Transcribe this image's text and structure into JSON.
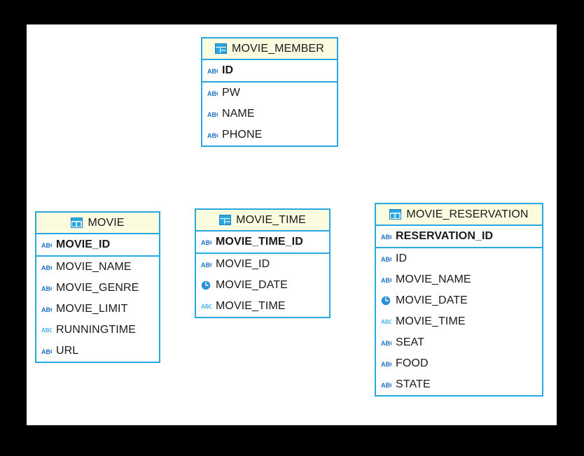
{
  "diagram": {
    "background": "#ffffff",
    "border_color": "#29a8e0",
    "header_fill": "#fbfbe0",
    "entities": [
      {
        "id": "movie-member",
        "name": "MOVIE_MEMBER",
        "icon": "view-table-icon",
        "primary_keys": [
          {
            "name": "ID",
            "icon": "abc-varchar-icon"
          }
        ],
        "columns": [
          {
            "name": "PW",
            "icon": "abc-varchar-icon"
          },
          {
            "name": "NAME",
            "icon": "abc-varchar-icon"
          },
          {
            "name": "PHONE",
            "icon": "abc-varchar-icon"
          }
        ]
      },
      {
        "id": "movie",
        "name": "MOVIE",
        "icon": "grid-table-icon",
        "primary_keys": [
          {
            "name": "MOVIE_ID",
            "icon": "abc-varchar-icon"
          }
        ],
        "columns": [
          {
            "name": "MOVIE_NAME",
            "icon": "abc-varchar-icon"
          },
          {
            "name": "MOVIE_GENRE",
            "icon": "abc-varchar-icon"
          },
          {
            "name": "MOVIE_LIMIT",
            "icon": "abc-varchar-icon"
          },
          {
            "name": "RUNNINGTIME",
            "icon": "abc-nvarchar-icon"
          },
          {
            "name": "URL",
            "icon": "abc-varchar-icon"
          }
        ]
      },
      {
        "id": "movie-time",
        "name": "MOVIE_TIME",
        "icon": "view-table-icon",
        "primary_keys": [
          {
            "name": "MOVIE_TIME_ID",
            "icon": "abc-varchar-icon"
          }
        ],
        "columns": [
          {
            "name": "MOVIE_ID",
            "icon": "abc-varchar-icon"
          },
          {
            "name": "MOVIE_DATE",
            "icon": "clock-date-icon"
          },
          {
            "name": "MOVIE_TIME",
            "icon": "abc-nvarchar-icon"
          }
        ]
      },
      {
        "id": "movie-reservation",
        "name": "MOVIE_RESERVATION",
        "icon": "grid-table-icon",
        "primary_keys": [
          {
            "name": "RESERVATION_ID",
            "icon": "abc-varchar-icon"
          }
        ],
        "columns": [
          {
            "name": "ID",
            "icon": "abc-varchar-icon"
          },
          {
            "name": "MOVIE_NAME",
            "icon": "abc-varchar-icon"
          },
          {
            "name": "MOVIE_DATE",
            "icon": "clock-date-icon"
          },
          {
            "name": "MOVIE_TIME",
            "icon": "abc-nvarchar-icon"
          },
          {
            "name": "SEAT",
            "icon": "abc-varchar-icon"
          },
          {
            "name": "FOOD",
            "icon": "abc-varchar-icon"
          },
          {
            "name": "STATE",
            "icon": "abc-varchar-icon"
          }
        ]
      }
    ]
  }
}
